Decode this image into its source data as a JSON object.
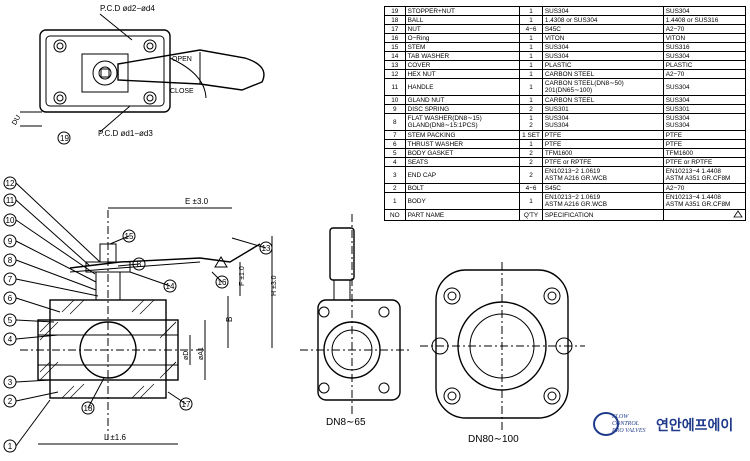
{
  "top_view": {
    "pcd_top": "P.C.D ød2−ød4",
    "pcd_bottom": "P.C.D ød1−ød3",
    "open": "OPEN",
    "close": "CLOSE",
    "du": "DU",
    "callout": "19"
  },
  "section_view": {
    "dim_e": "E ±3.0",
    "dim_h": "H ±3.0",
    "dim_f": "F ±1.0",
    "dim_b": "B",
    "dim_d": "øD",
    "dim_a": "øA1",
    "dim_l": "L ±1.6",
    "callouts_left": [
      "12",
      "11",
      "10",
      "9",
      "8",
      "7",
      "6",
      "5",
      "4",
      "3",
      "2",
      "1"
    ],
    "callouts_other": [
      "15",
      "8",
      "14",
      "13",
      "16",
      "17",
      "18"
    ]
  },
  "view_labels": {
    "small": "DN8∼65",
    "large": "DN80∼100"
  },
  "parts_table": {
    "rows": [
      {
        "no": "19",
        "name": "STOPPER+NUT",
        "qty": "1",
        "spec": "SUS304",
        "spec2": "SUS304"
      },
      {
        "no": "18",
        "name": "BALL",
        "qty": "1",
        "spec": "1.4308  or SUS304",
        "spec2": "1.4408  or SUS316"
      },
      {
        "no": "17",
        "name": "NUT",
        "qty": "4−6",
        "spec": "S45C",
        "spec2": "A2−70"
      },
      {
        "no": "16",
        "name": "O−Ring",
        "qty": "1",
        "spec": "VITON",
        "spec2": "VITON"
      },
      {
        "no": "15",
        "name": "STEM",
        "qty": "1",
        "spec": "SUS304",
        "spec2": "SUS316"
      },
      {
        "no": "14",
        "name": "TAB WASHER",
        "qty": "1",
        "spec": "SUS304",
        "spec2": "SUS304"
      },
      {
        "no": "13",
        "name": "COVER",
        "qty": "1",
        "spec": "PLASTIC",
        "spec2": "PLASTIC"
      },
      {
        "no": "12",
        "name": "HEX NUT",
        "qty": "1",
        "spec": "CARBON STEEL",
        "spec2": "A2−70"
      },
      {
        "no": "11",
        "name": "HANDLE",
        "qty": "1",
        "spec": "CARBON STEEL(DN8∼50)",
        "spec_b": "201(DN65∼100)",
        "spec2": "SUS304"
      },
      {
        "no": "10",
        "name": "GLAND NUT",
        "qty": "1",
        "spec": "CARBON STEEL",
        "spec2": "SUS304"
      },
      {
        "no": "9",
        "name": "DISC SPRING",
        "qty": "2",
        "spec": "SUS301",
        "spec2": "SUS301"
      },
      {
        "no": "8",
        "name": "FLAT WASHER(DN8∼15)",
        "name_b": "GLAND(DN8∼15:1PCS)",
        "qty": "1",
        "qty_b": "2",
        "spec": "SUS304",
        "spec_b": "SUS304",
        "spec2": "SUS304",
        "spec2_b": "SUS304"
      },
      {
        "no": "7",
        "name": "STEM PACKING",
        "qty": "1 SET",
        "spec": "PTFE",
        "spec2": "PTFE"
      },
      {
        "no": "6",
        "name": "THRUST WASHER",
        "qty": "1",
        "spec": "PTFE",
        "spec2": "PTFE"
      },
      {
        "no": "5",
        "name": "BODY GASKET",
        "qty": "2",
        "spec": "TFM1600",
        "spec2": "TFM1600"
      },
      {
        "no": "4",
        "name": "SEATS",
        "qty": "2",
        "spec": "PTFE  or  RPTFE",
        "spec2": "PTFE or RPTFE"
      },
      {
        "no": "3",
        "name": "END CAP",
        "qty": "2",
        "spec": "EN10213−2  1.0619",
        "spec_b": "ASTM  A216  GR.WCB",
        "spec2": "EN10213−4  1.4408",
        "spec2_b": "ASTM  A351  GR.CF8M"
      },
      {
        "no": "2",
        "name": "BOLT",
        "qty": "4−6",
        "spec": "S45C",
        "spec2": "A2−70"
      },
      {
        "no": "1",
        "name": "BODY",
        "qty": "1",
        "spec": "EN10213−2  1.0619",
        "spec_b": "ASTM  A216  GR.WCB",
        "spec2": "EN10213−4  1.4408",
        "spec2_b": "ASTM  A351  GR.CF8M"
      }
    ],
    "header": {
      "no": "NO",
      "name": "PART NAME",
      "qty": "Q'TY",
      "spec": "SPECIFICATION"
    }
  },
  "logo": {
    "line1": "FLOW",
    "line2": "CONTROL",
    "line3": "PRO VALVES",
    "korean": "연안에프에이"
  }
}
